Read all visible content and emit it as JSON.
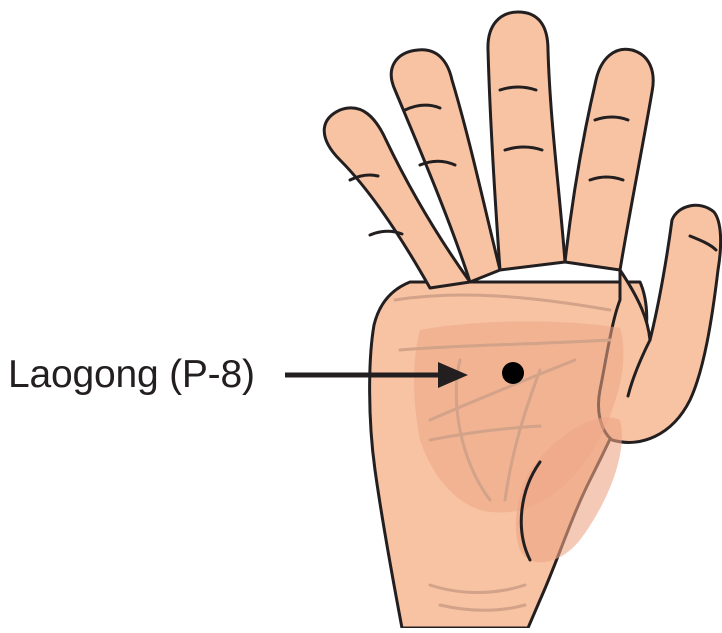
{
  "label": {
    "text": "Laogong (P-8)"
  },
  "colors": {
    "skin": "#f8c3a3",
    "skin_shadow": "#eda586",
    "crease": "#d2a289",
    "outline": "#231f20",
    "point": "#000000",
    "arrow": "#231f20",
    "background": "#ffffff"
  },
  "icons": {
    "hand": "open-palm-hand-illustration",
    "point": "acupoint-dot",
    "arrow": "pointer-arrow"
  }
}
